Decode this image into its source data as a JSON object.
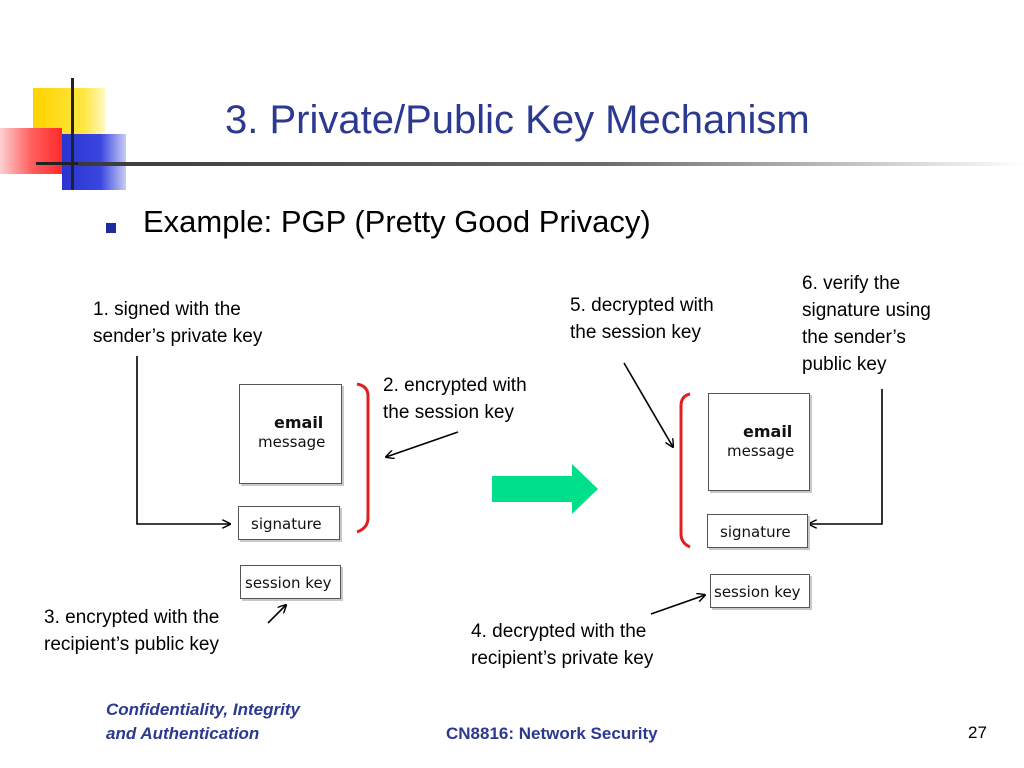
{
  "slide": {
    "title": "3. Private/Public Key Mechanism",
    "bullet": "Example: PGP (Pretty Good Privacy)",
    "page_number": "27"
  },
  "footer": {
    "left_line1": "Confidentiality, Integrity",
    "left_line2": "and Authentication",
    "center": "CN8816: Network Security"
  },
  "diagram": {
    "sender_package": {
      "email_word": "email",
      "message_word": "message",
      "signature_label": "signature",
      "session_key_label": "session key"
    },
    "recipient_package": {
      "email_word": "email",
      "message_word": "message",
      "signature_label": "signature",
      "session_key_label": "session key"
    },
    "steps": {
      "step1_line1": "1. signed with the",
      "step1_line2": "sender’s private key",
      "step2_line1": "2. encrypted with",
      "step2_line2": "the session key",
      "step3_line1": "3. encrypted with the",
      "step3_line2": "recipient’s public key",
      "step4_line1": "4. decrypted with the",
      "step4_line2": "recipient’s private key",
      "step5_line1": "5. decrypted with",
      "step5_line2": "the session key",
      "step6_line1": "6. verify the",
      "step6_line2": "signature using",
      "step6_line3": "the sender’s",
      "step6_line4": "public key"
    },
    "colors": {
      "title_blue": "#2b3990",
      "bracket_red": "#e02020",
      "transfer_arrow": "#00e08a"
    }
  }
}
